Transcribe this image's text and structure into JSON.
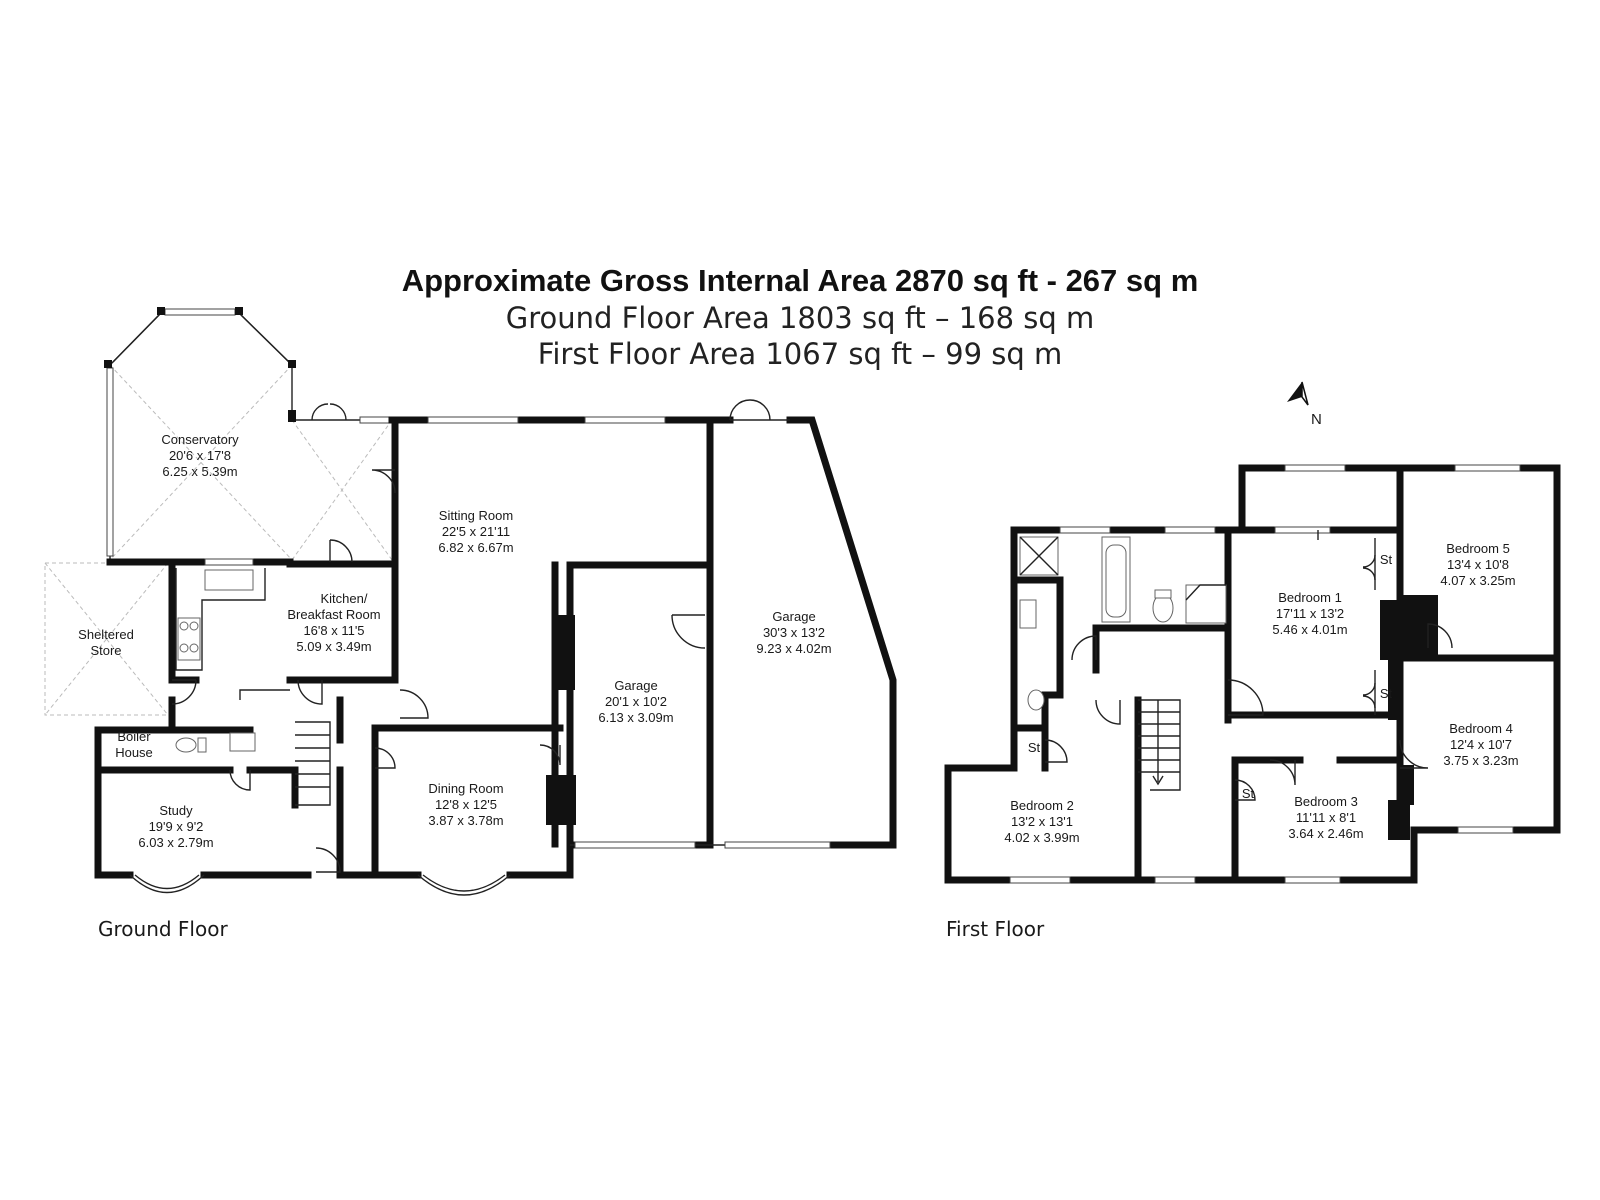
{
  "header": {
    "title": "Approximate Gross Internal Area 2870 sq ft - 267 sq m",
    "ground_area": "Ground Floor Area 1803 sq ft – 168 sq m",
    "first_area": "First Floor Area 1067 sq ft – 99 sq m"
  },
  "compass": {
    "label": "N"
  },
  "floors": {
    "ground": "Ground Floor",
    "first": "First Floor"
  },
  "rooms": {
    "conservatory": {
      "name": "Conservatory",
      "imperial": "20'6 x 17'8",
      "metric": "6.25 x 5.39m"
    },
    "sitting_room": {
      "name": "Sitting Room",
      "imperial": "22'5 x 21'11",
      "metric": "6.82 x 6.67m"
    },
    "kitchen": {
      "name1": "Kitchen/",
      "name2": "Breakfast Room",
      "imperial": "16'8 x 11'5",
      "metric": "5.09 x 3.49m"
    },
    "sheltered_store": {
      "name1": "Sheltered",
      "name2": "Store"
    },
    "boiler_house": {
      "name1": "Boiler",
      "name2": "House"
    },
    "study": {
      "name": "Study",
      "imperial": "19'9 x 9'2",
      "metric": "6.03 x 2.79m"
    },
    "dining_room": {
      "name": "Dining Room",
      "imperial": "12'8 x 12'5",
      "metric": "3.87 x 3.78m"
    },
    "garage_small": {
      "name": "Garage",
      "imperial": "20'1 x 10'2",
      "metric": "6.13 x 3.09m"
    },
    "garage_large": {
      "name": "Garage",
      "imperial": "30'3 x 13'2",
      "metric": "9.23 x 4.02m"
    },
    "bedroom1": {
      "name": "Bedroom 1",
      "imperial": "17'11 x 13'2",
      "metric": "5.46 x 4.01m"
    },
    "bedroom2": {
      "name": "Bedroom 2",
      "imperial": "13'2 x 13'1",
      "metric": "4.02 x 3.99m"
    },
    "bedroom3": {
      "name": "Bedroom 3",
      "imperial": "11'11 x 8'1",
      "metric": "3.64 x 2.46m"
    },
    "bedroom4": {
      "name": "Bedroom 4",
      "imperial": "12'4 x 10'7",
      "metric": "3.75 x 3.23m"
    },
    "bedroom5": {
      "name": "Bedroom 5",
      "imperial": "13'4 x 10'8",
      "metric": "4.07 x 3.25m"
    }
  },
  "store_label": "St"
}
